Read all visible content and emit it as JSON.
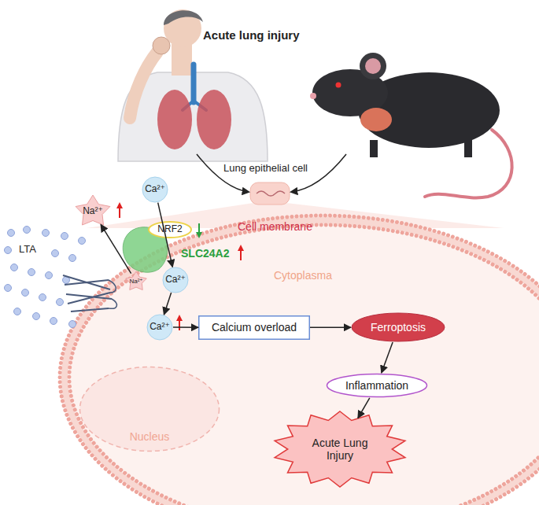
{
  "diagram": {
    "title": "Acute lung injury",
    "nodes": [
      {
        "text": [
          "Ca²⁺"
        ]
      },
      {
        "text": [
          "Na²⁺"
        ]
      },
      {
        "text": [
          "NRF2"
        ]
      },
      {
        "text": [
          "Cell membrane",
          "Cytoplasma"
        ]
      },
      {
        "text": [
          "Ca²⁺"
        ],
        "in": 3
      },
      {
        "text": [
          "Na²⁺"
        ],
        "in": 3
      },
      {
        "text": [
          "Ca²⁺"
        ],
        "in": 3
      },
      {
        "text": [
          "Calcium overload"
        ],
        "in": 3
      },
      {
        "text": [
          "Ferroptosis"
        ],
        "in": 3
      },
      {
        "text": [
          "Inflammation"
        ],
        "in": 3
      },
      {
        "text": [
          "Nucleus"
        ],
        "in": 3
      },
      {
        "text": [
          "Acute Lung Injury"
        ],
        "in": 3
      }
    ],
    "edges": [
      {
        "from": 0,
        "to": 4,
        "arrow": "to"
      },
      {
        "from": 5,
        "to": 1,
        "arrow": "to"
      },
      {
        "from": 4,
        "to": 6,
        "arrow": "to"
      },
      {
        "from": 6,
        "to": 7,
        "arrow": "to"
      },
      {
        "from": 7,
        "to": 8,
        "arrow": "to"
      },
      {
        "from": 8,
        "to": 9,
        "arrow": "to"
      },
      {
        "from": 9,
        "to": 11,
        "arrow": "to"
      }
    ],
    "labels": [
      "Lung epithelial cell",
      "SLC24A2",
      "LTA"
    ]
  }
}
